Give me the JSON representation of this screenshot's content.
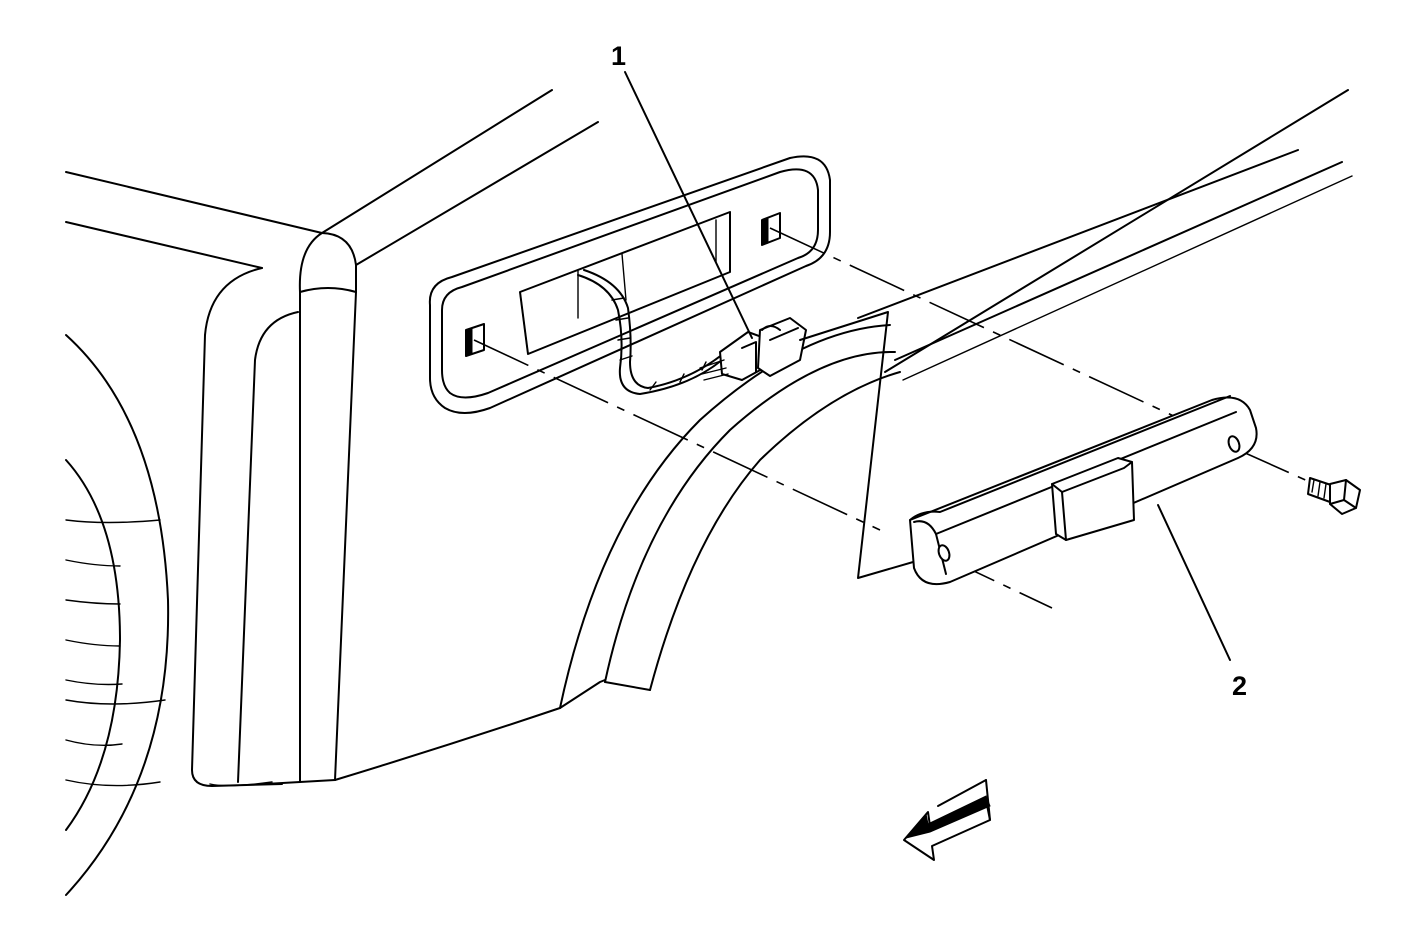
{
  "callouts": [
    {
      "id": "1",
      "label": "1"
    },
    {
      "id": "2",
      "label": "2"
    }
  ],
  "icons": {
    "direction_arrow": "front-direction-arrow-icon",
    "bolt": "bolt-icon",
    "connector": "electrical-connector-icon"
  },
  "colors": {
    "line": "#000000",
    "background": "#ffffff"
  }
}
